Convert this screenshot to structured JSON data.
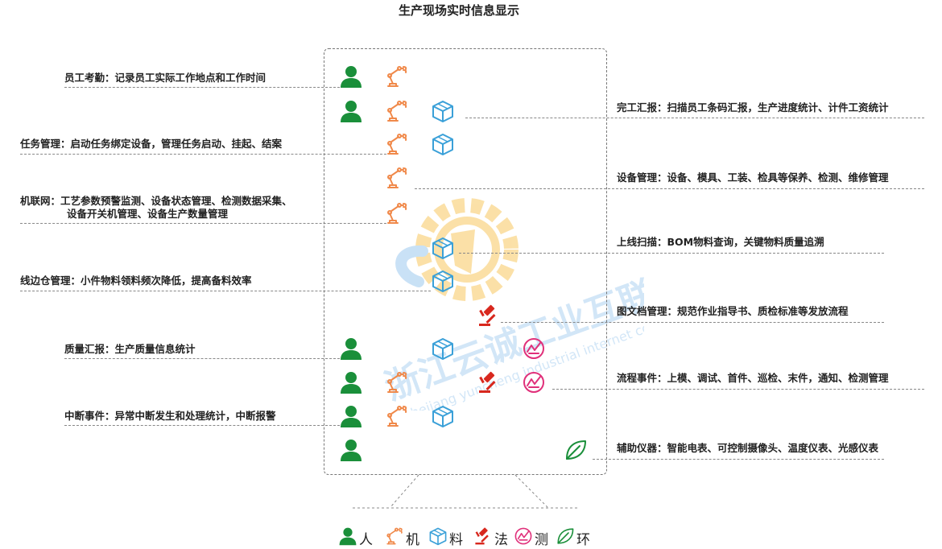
{
  "title": "生产现场实时信息显示",
  "labels_left": [
    {
      "name": "员工考勤",
      "text": "员工考勤：记录员工实际工作地点和工作时间"
    },
    {
      "name": "任务管理",
      "text": "任务管理：启动任务绑定设备，管理任务启动、挂起、结案"
    },
    {
      "name": "机联网",
      "line1": "机联网：工艺参数预警监测、设备状态管理、检测数据采集、",
      "line2": "设备开关机管理、设备生产数量管理"
    },
    {
      "name": "线边仓管理",
      "text": "线边仓管理：小件物料领料频次降低，提高备料效率"
    },
    {
      "name": "质量汇报",
      "text": "质量汇报：生产质量信息统计"
    },
    {
      "name": "中断事件",
      "text": "中断事件：异常中断发生和处理统计，中断报警"
    }
  ],
  "labels_right": [
    {
      "name": "完工汇报",
      "text": "完工汇报：扫描员工条码汇报，生产进度统计、计件工资统计"
    },
    {
      "name": "设备管理",
      "text": "设备管理：设备、模具、工装、检具等保养、检测、维修管理"
    },
    {
      "name": "上线扫描",
      "text": "上线扫描：BOM物料查询，关键物料质量追溯"
    },
    {
      "name": "图文档管理",
      "text": "图文档管理：规范作业指导书、质检标准等发放流程"
    },
    {
      "name": "流程事件",
      "text": "流程事件：上模、调试、首件、巡检、末件，通知、检测管理"
    },
    {
      "name": "辅助仪器",
      "text": "辅助仪器：智能电表、可控制摄像头、温度仪表、光感仪表"
    }
  ],
  "legend": [
    {
      "icon": "person-icon",
      "text": "人"
    },
    {
      "icon": "robot-arm-icon",
      "text": "机"
    },
    {
      "icon": "box-icon",
      "text": "料"
    },
    {
      "icon": "gavel-icon",
      "text": "法"
    },
    {
      "icon": "wave-icon",
      "text": "测"
    },
    {
      "icon": "leaf-icon",
      "text": "环"
    }
  ],
  "watermark": {
    "cn": "浙江云诚工业互联网",
    "en": "zhejiang yuncheng industrial internet co.,LTD"
  },
  "colors": {
    "person": "#1a8f3a",
    "machine": "#f0894a",
    "material": "#3aa0d8",
    "method": "#d8281e",
    "measure": "#e0307a",
    "environment": "#1a8f3a",
    "watermark_gear": "#f8c860",
    "watermark_blue": "#9cc9ee"
  }
}
